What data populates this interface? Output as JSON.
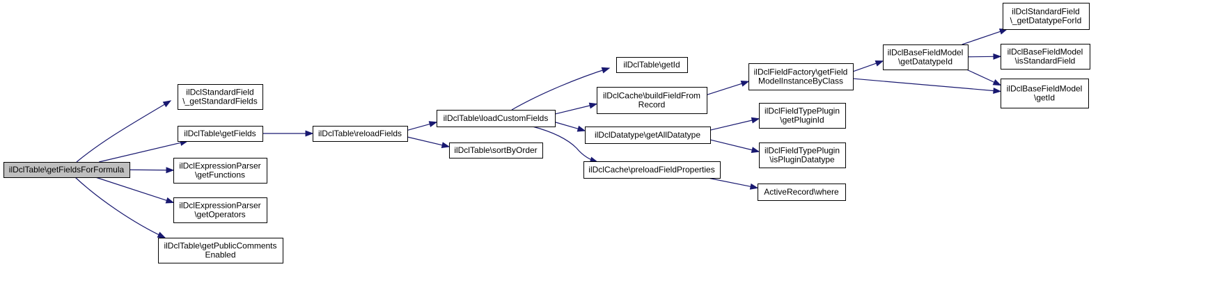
{
  "nodes": {
    "getFieldsForFormula": [
      "ilDclTable\\getFieldsForFormula"
    ],
    "getStandardFields": [
      "ilDclStandardField",
      "\\_getStandardFields"
    ],
    "getFields": [
      "ilDclTable\\getFields"
    ],
    "getFunctions": [
      "ilDclExpressionParser",
      "\\getFunctions"
    ],
    "getOperators": [
      "ilDclExpressionParser",
      "\\getOperators"
    ],
    "getPublicCommentsEnabled": [
      "ilDclTable\\getPublicComments",
      "Enabled"
    ],
    "reloadFields": [
      "ilDclTable\\reloadFields"
    ],
    "loadCustomFields": [
      "ilDclTable\\loadCustomFields"
    ],
    "sortByOrder": [
      "ilDclTable\\sortByOrder"
    ],
    "getId": [
      "ilDclTable\\getId"
    ],
    "buildFieldFromRecord": [
      "ilDclCache\\buildFieldFrom",
      "Record"
    ],
    "getAllDatatype": [
      "ilDclDatatype\\getAllDatatype"
    ],
    "preloadFieldProperties": [
      "ilDclCache\\preloadFieldProperties"
    ],
    "getFieldModelInstanceByClass": [
      "ilDclFieldFactory\\getField",
      "ModelInstanceByClass"
    ],
    "getPluginId": [
      "ilDclFieldTypePlugin",
      "\\getPluginId"
    ],
    "isPluginDatatype": [
      "ilDclFieldTypePlugin",
      "\\isPluginDatatype"
    ],
    "where": [
      "ActiveRecord\\where"
    ],
    "getDatatypeId": [
      "ilDclBaseFieldModel",
      "\\getDatatypeId"
    ],
    "getDatatypeForId": [
      "ilDclStandardField",
      "\\_getDatatypeForId"
    ],
    "isStandardField": [
      "ilDclBaseFieldModel",
      "\\isStandardField"
    ],
    "baseGetId": [
      "ilDclBaseFieldModel",
      "\\getId"
    ]
  },
  "edges": [
    [
      "getFieldsForFormula",
      "getStandardFields"
    ],
    [
      "getFieldsForFormula",
      "getFields"
    ],
    [
      "getFieldsForFormula",
      "getFunctions"
    ],
    [
      "getFieldsForFormula",
      "getOperators"
    ],
    [
      "getFieldsForFormula",
      "getPublicCommentsEnabled"
    ],
    [
      "getFields",
      "reloadFields"
    ],
    [
      "reloadFields",
      "loadCustomFields"
    ],
    [
      "reloadFields",
      "sortByOrder"
    ],
    [
      "loadCustomFields",
      "getId"
    ],
    [
      "loadCustomFields",
      "buildFieldFromRecord"
    ],
    [
      "loadCustomFields",
      "getAllDatatype"
    ],
    [
      "loadCustomFields",
      "preloadFieldProperties"
    ],
    [
      "buildFieldFromRecord",
      "getFieldModelInstanceByClass"
    ],
    [
      "getAllDatatype",
      "getPluginId"
    ],
    [
      "getAllDatatype",
      "isPluginDatatype"
    ],
    [
      "preloadFieldProperties",
      "where"
    ],
    [
      "getFieldModelInstanceByClass",
      "getDatatypeId"
    ],
    [
      "getFieldModelInstanceByClass",
      "baseGetId"
    ],
    [
      "getDatatypeId",
      "getDatatypeForId"
    ],
    [
      "getDatatypeId",
      "isStandardField"
    ],
    [
      "getDatatypeId",
      "baseGetId"
    ]
  ],
  "root": "getFieldsForFormula",
  "colors": {
    "edge": "#191970",
    "root_fill": "#bfbfbf",
    "node_fill": "#ffffff"
  }
}
